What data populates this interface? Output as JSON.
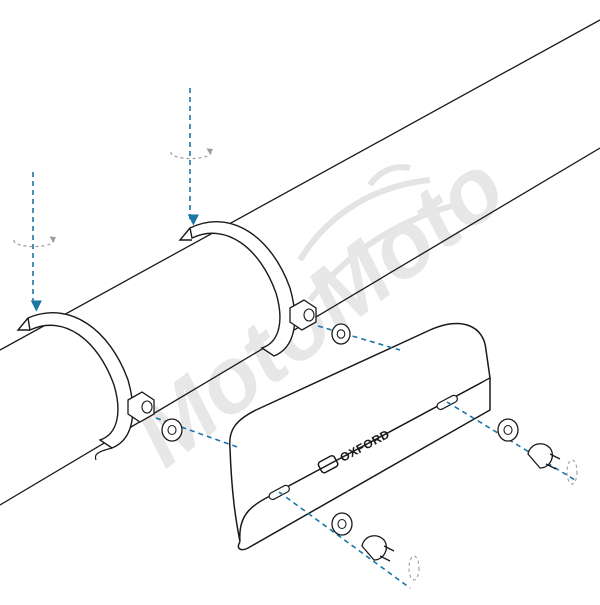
{
  "diagram": {
    "brand_logo_text": "OXFORD",
    "watermark_text": "MotoMoto",
    "colors": {
      "outline": "#1a1a1a",
      "guide_line": "#1b75a6",
      "rotation_arrow": "#9a9a9a",
      "watermark": "#d4d4d4",
      "background": "#ffffff"
    },
    "parts": [
      {
        "id": "fork-tube",
        "icon": "cylinder"
      },
      {
        "id": "clamp-ring-left",
        "icon": "band-clamp"
      },
      {
        "id": "clamp-ring-right",
        "icon": "band-clamp"
      },
      {
        "id": "heat-shield",
        "icon": "curved-plate"
      },
      {
        "id": "washer",
        "count": 4
      },
      {
        "id": "bolt",
        "count": 2
      }
    ]
  }
}
